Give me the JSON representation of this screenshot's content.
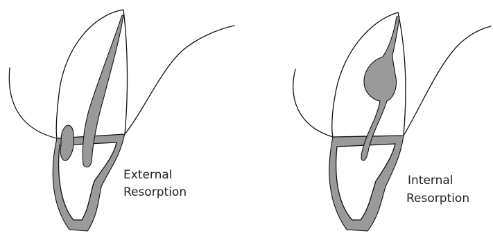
{
  "colors": {
    "shading": "#9a9a9a",
    "outline": "#111111",
    "background": "#ffffff"
  },
  "panels": [
    {
      "label_line1": "External",
      "label_line2": "Resorption"
    },
    {
      "label_line1": "Internal",
      "label_line2": "Resorption"
    }
  ]
}
